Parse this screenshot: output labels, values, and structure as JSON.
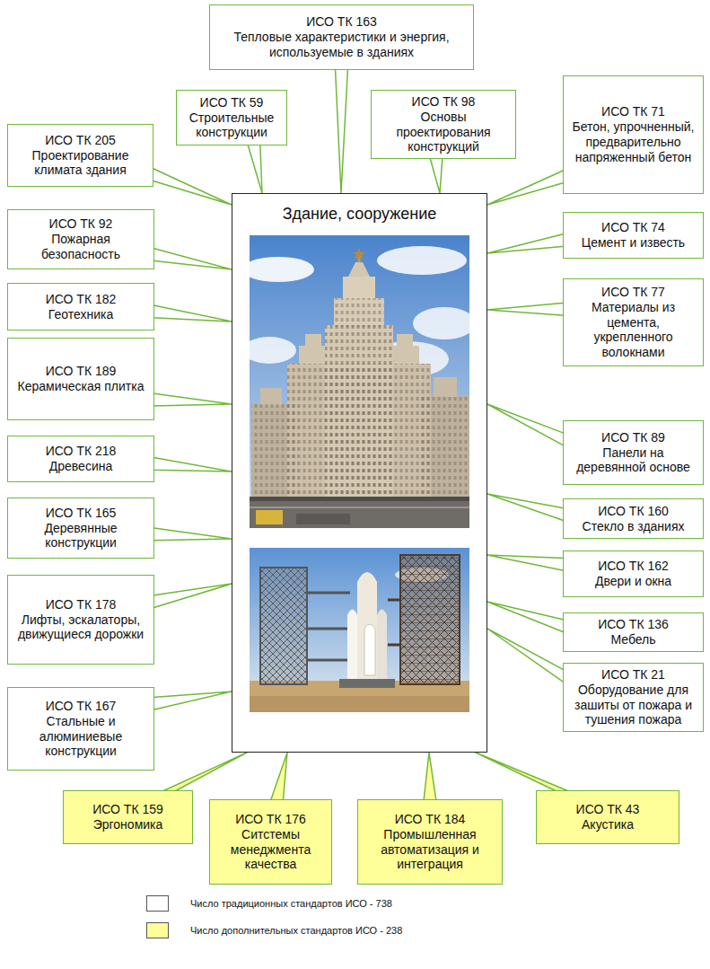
{
  "diagram": {
    "nodes": [
      {
        "text": [
          "Здание, сооружение"
        ]
      },
      {
        "text": [
          "ИСО ТК 163",
          "Тепловые характеристики и энергия, используемые в зданиях"
        ]
      },
      {
        "text": [
          "ИСО ТК 59",
          "Строительные конструкции"
        ]
      },
      {
        "text": [
          "ИСО ТК 98",
          "Основы проектирования конструкций"
        ]
      },
      {
        "text": [
          "ИСО ТК 205",
          "Проектирование климата здания"
        ]
      },
      {
        "text": [
          "ИСО ТК 71",
          "Бетон, упрочненный, предварительно напряженный бетон"
        ]
      },
      {
        "text": [
          "ИСО ТК 92",
          "Пожарная безопасность"
        ]
      },
      {
        "text": [
          "ИСО ТК 74",
          "Цемент и известь"
        ]
      },
      {
        "text": [
          "ИСО ТК 182",
          "Геотехника"
        ]
      },
      {
        "text": [
          "ИСО ТК 77",
          "Материалы из цемента, укрепленного волокнами"
        ]
      },
      {
        "text": [
          "ИСО ТК 189",
          "Керамическая плитка"
        ]
      },
      {
        "text": [
          "ИСО ТК 89",
          "Панели на деревянной основе"
        ]
      },
      {
        "text": [
          "ИСО ТК 218",
          "Древесина"
        ]
      },
      {
        "text": [
          "ИСО ТК 160",
          "Стекло в зданиях"
        ]
      },
      {
        "text": [
          "ИСО ТК 165",
          "Деревянные конструкции"
        ]
      },
      {
        "text": [
          "ИСО ТК 162",
          "Двери и окна"
        ]
      },
      {
        "text": [
          "ИСО ТК 178",
          "Лифты, эскалаторы, движущиеся дорожки"
        ]
      },
      {
        "text": [
          "ИСО ТК 136",
          "Мебель"
        ]
      },
      {
        "text": [
          "ИСО ТК 167",
          "Стальные и алюминиевые конструкции"
        ]
      },
      {
        "text": [
          "ИСО ТК 21",
          "Оборудование для зашиты от пожара и тушения пожара"
        ]
      },
      {
        "text": [
          "ИСО ТК 159",
          "Эргономика"
        ]
      },
      {
        "text": [
          "ИСО ТК 176",
          "Ситстемы менеджмента качества"
        ]
      },
      {
        "text": [
          "ИСО ТК 184",
          "Промышленная автоматизация и интеграция"
        ]
      },
      {
        "text": [
          "ИСО ТК 43",
          "Акустика"
        ]
      }
    ],
    "edges": [
      {
        "from": 1,
        "to": 0,
        "arrow": "none"
      },
      {
        "from": 2,
        "to": 0,
        "arrow": "none"
      },
      {
        "from": 3,
        "to": 0,
        "arrow": "none"
      },
      {
        "from": 4,
        "to": 0,
        "arrow": "none"
      },
      {
        "from": 5,
        "to": 0,
        "arrow": "none"
      },
      {
        "from": 6,
        "to": 0,
        "arrow": "none"
      },
      {
        "from": 7,
        "to": 0,
        "arrow": "none"
      },
      {
        "from": 8,
        "to": 0,
        "arrow": "none"
      },
      {
        "from": 9,
        "to": 0,
        "arrow": "none"
      },
      {
        "from": 10,
        "to": 0,
        "arrow": "none"
      },
      {
        "from": 11,
        "to": 0,
        "arrow": "none"
      },
      {
        "from": 12,
        "to": 0,
        "arrow": "none"
      },
      {
        "from": 13,
        "to": 0,
        "arrow": "none"
      },
      {
        "from": 14,
        "to": 0,
        "arrow": "none"
      },
      {
        "from": 15,
        "to": 0,
        "arrow": "none"
      },
      {
        "from": 16,
        "to": 0,
        "arrow": "none"
      },
      {
        "from": 17,
        "to": 0,
        "arrow": "none"
      },
      {
        "from": 18,
        "to": 0,
        "arrow": "none"
      },
      {
        "from": 19,
        "to": 0,
        "arrow": "none"
      },
      {
        "from": 20,
        "to": 0,
        "arrow": "none"
      },
      {
        "from": 21,
        "to": 0,
        "arrow": "none"
      },
      {
        "from": 22,
        "to": 0,
        "arrow": "none"
      },
      {
        "from": 23,
        "to": 0,
        "arrow": "none"
      }
    ],
    "legend": [
      {
        "text": "Число традиционных стандартов ИСО - 738",
        "color": "#ffffff"
      },
      {
        "text": "Число дополнительных стандартов ИСО - 238",
        "color": "#ffff99"
      }
    ]
  }
}
